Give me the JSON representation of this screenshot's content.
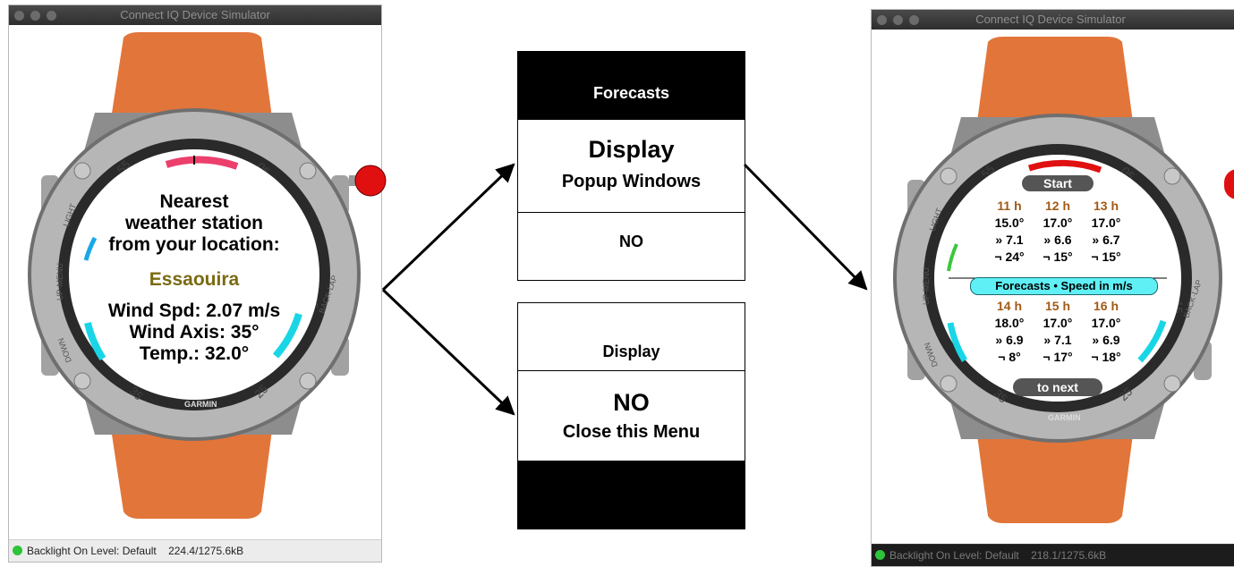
{
  "left_window": {
    "title": "Connect IQ Device Simulator",
    "status": "Backlight On Level: Default    224.4/1275.6kB",
    "screen": {
      "line1": "Nearest",
      "line2": "weather station",
      "line3": "from your location:",
      "station": "Essaouira",
      "wind_speed": "Wind Spd: 2.07 m/s",
      "wind_axis": "Wind Axis: 35°",
      "temp": "Temp.: 32.0°"
    }
  },
  "menu_top": {
    "header": "Forecasts",
    "item1_title": "Display",
    "item1_sub": "Popup Windows",
    "item2": "NO"
  },
  "menu_bottom": {
    "item1": "Display",
    "item2_title": "NO",
    "item2_sub": "Close this Menu"
  },
  "right_window": {
    "title": "Connect IQ Device Simulator",
    "status": "Backlight On Level: Default    218.1/1275.6kB",
    "screen": {
      "start": "Start",
      "banner": "Forecasts • Speed in m/s",
      "to_next": "to next",
      "top": [
        {
          "hour": "11 h",
          "temp": "15.0°",
          "speed": "» 7.1",
          "dir": "¬ 24°"
        },
        {
          "hour": "12 h",
          "temp": "17.0°",
          "speed": "» 6.6",
          "dir": "¬ 15°"
        },
        {
          "hour": "13 h",
          "temp": "17.0°",
          "speed": "» 6.7",
          "dir": "¬ 15°"
        }
      ],
      "bottom": [
        {
          "hour": "14 h",
          "temp": "18.0°",
          "speed": "» 6.9",
          "dir": "¬ 8°"
        },
        {
          "hour": "15 h",
          "temp": "17.0°",
          "speed": "» 7.1",
          "dir": "¬ 17°"
        },
        {
          "hour": "16 h",
          "temp": "17.0°",
          "speed": "» 6.9",
          "dir": "¬ 18°"
        }
      ]
    }
  },
  "bezel": {
    "n55": "55",
    "n05": "05",
    "n15": "15",
    "n25": "25",
    "n35": "35",
    "n45": "45",
    "brand": "GARMIN",
    "light": "LIGHT",
    "up_menu": "UP-MENU",
    "down": "DOWN",
    "back_lap": "BACK·LAP"
  },
  "colors": {
    "strap": "#e2753a",
    "case": "#9a9a9a",
    "cyan": "#19d6e6",
    "hour": "#a05a16",
    "station": "#7a6a10",
    "red_button": "#e01010",
    "banner": "#5ff0f5"
  }
}
